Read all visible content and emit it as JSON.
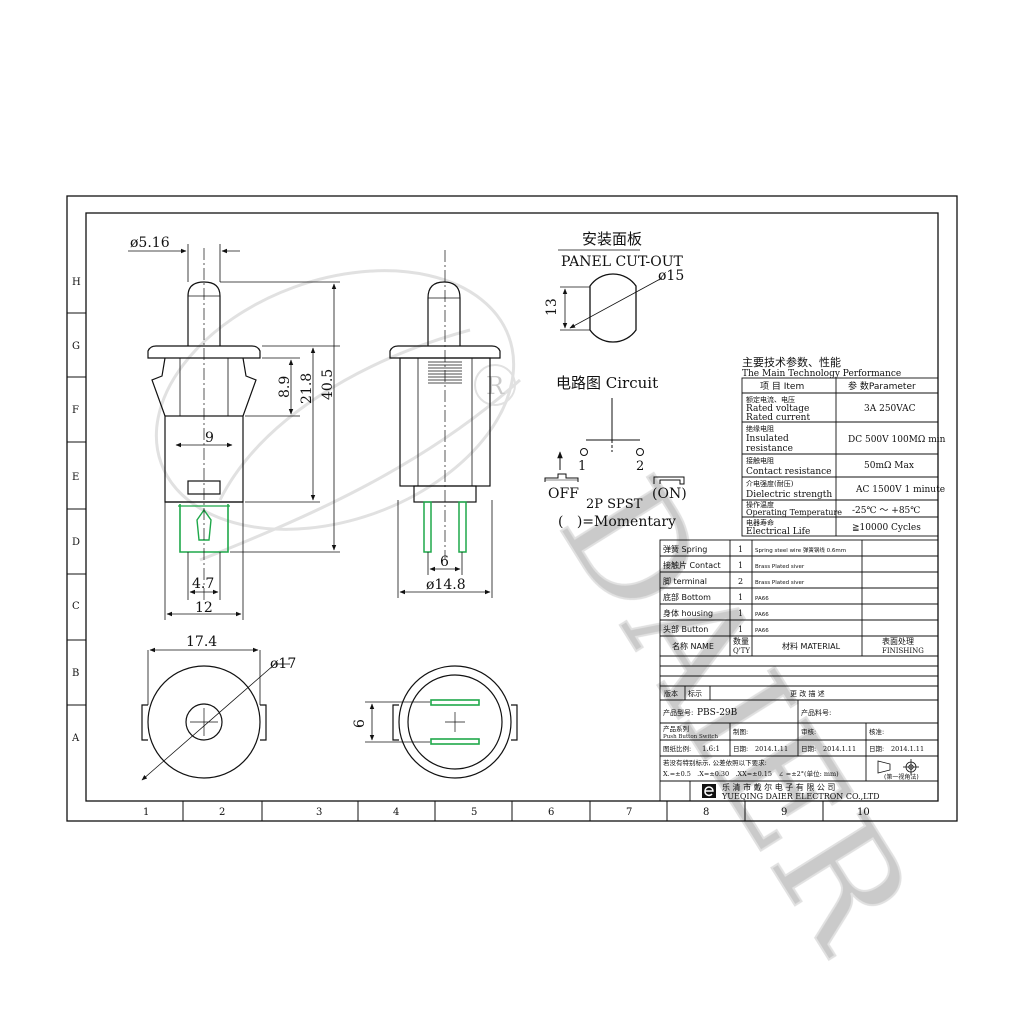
{
  "border": {
    "zones_top": [
      "1",
      "2",
      "3",
      "4",
      "5",
      "6",
      "7",
      "8",
      "9",
      "10"
    ],
    "zones_side": [
      "H",
      "G",
      "F",
      "E",
      "D",
      "C",
      "B",
      "A"
    ]
  },
  "watermark": {
    "logo": "DAIER",
    "registered": "R"
  },
  "side_view": {
    "dims": {
      "d516": "ø5.16",
      "w9": "9",
      "w47": "4.7",
      "w12": "12",
      "h89": "8.9",
      "h218": "21.8",
      "h405": "40.5"
    }
  },
  "front_view": {
    "dims": {
      "w6": "6",
      "d148": "ø14.8"
    }
  },
  "panel_cutout": {
    "title_cn": "安装面板",
    "title_en": "PANEL CUT-OUT",
    "d15": "ø15",
    "h13": "13"
  },
  "circuit": {
    "title": "电路图 Circuit",
    "p1": "1",
    "p2": "2",
    "off": "OFF",
    "on": "(ON)",
    "type": "2P SPST",
    "momentary": "(   )=Momentary"
  },
  "bottom_left_view": {
    "d174": "17.4",
    "d17": "ø17"
  },
  "bottom_mid_view": {
    "h6": "6"
  },
  "tech": {
    "title_cn": "主要技术参数、性能",
    "title_en": "The Main Technology Performance",
    "head_item": "项 目 Item",
    "head_param": "参 数Parameter",
    "rows": [
      {
        "cn": "额定电流、电压",
        "en1": "Rated voltage",
        "en2": "Rated current",
        "val": "3A 250VAC"
      },
      {
        "cn": "绝缘电阻",
        "en1": "Insulated",
        "en2": "resistance",
        "val": "DC 500V 100MΩ min"
      },
      {
        "cn": "接触电阻",
        "en1": "Contact resistance",
        "en2": "",
        "val": "50mΩ Max"
      },
      {
        "cn": "介电强度(耐压)",
        "en1": "Dielectric strength",
        "en2": "",
        "val": "AC 1500V 1 minute"
      },
      {
        "cn": "操作温度",
        "en1": "Operating Temperature",
        "en2": "",
        "val": "-25℃ ～ +85℃"
      },
      {
        "cn": "电器寿命",
        "en1": "Electrical Life",
        "en2": "",
        "val": "≧10000  Cycles"
      }
    ]
  },
  "bom": {
    "rows": [
      {
        "name": "弹簧 Spring",
        "qty": "1",
        "material": "Spring steel wire 弹簧钢线 0.6mm"
      },
      {
        "name": "接触片 Contact",
        "qty": "1",
        "material": "Brass Plated siver"
      },
      {
        "name": "脚 terminal",
        "qty": "2",
        "material": "Brass Plated siver"
      },
      {
        "name": "底部 Bottom",
        "qty": "1",
        "material": "PA66"
      },
      {
        "name": "身体 housing",
        "qty": "1",
        "material": "PA66"
      },
      {
        "name": "头部 Button",
        "qty": "1",
        "material": "PA66"
      }
    ],
    "head_name": "名称 NAME",
    "head_qty_cn": "数量",
    "head_qty_en": "Q'TY",
    "head_material": "材料 MATERIAL",
    "head_finish_cn": "表面处理",
    "head_finish_en": "FINISHING"
  },
  "title_block": {
    "rev": "版本",
    "mark": "标示",
    "change": "更 改 描 述",
    "model_label": "产品型号:",
    "model_value": "PBS-29B",
    "part_no_label": "产品料号:",
    "series_cn": "产品系列",
    "series_en": "Push Button Switch",
    "drawn": "制图:",
    "checked": "审核:",
    "approved": "核准:",
    "scale_label": "图纸比例:",
    "scale_value": "1.6:1",
    "date_label": "日期:",
    "date_value": "2014.1.11",
    "tol_note": "若没有特别标示, 公差依照以下要求:",
    "tol_values": "X.=±0.5   .X=±0.30   .XX=±0.15   ∠ =±2°(单位: mm)",
    "projection": "(第一视角法)",
    "company_cn": "乐 清 市 戴 尔 电 子 有 限 公 司",
    "company_en": "YUEQING DAIER ELECTRON CO.,LTD"
  }
}
